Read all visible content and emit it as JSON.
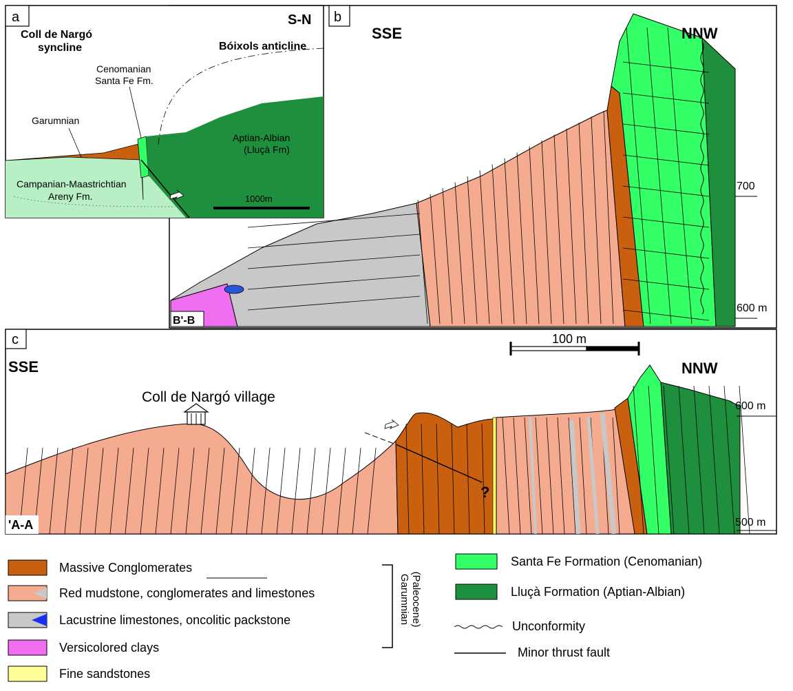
{
  "panel_a": {
    "letter": "a",
    "orientation": "S-N",
    "left_title_1": "Coll de Nargó",
    "left_title_2": "syncline",
    "right_title": "Bóixols anticline",
    "cenomanian_1": "Cenomanian",
    "cenomanian_2": "Santa Fe Fm.",
    "garumnian": "Garumnian",
    "aptian_1": "Aptian-Albian",
    "aptian_2": "(Lluçà Fm)",
    "campanian_1": "Campanian-Maastrichtian",
    "campanian_2": "Areny Fm.",
    "scale": "1000m"
  },
  "panel_b": {
    "letter": "b",
    "left_dir": "SSE",
    "right_dir": "NNW",
    "elev_700": "700",
    "elev_600": "600 m",
    "section": "B'-B"
  },
  "scale_bar": {
    "label": "100 m"
  },
  "panel_c": {
    "letter": "c",
    "left_dir": "SSE",
    "right_dir": "NNW",
    "village": "Coll de Nargó village",
    "elev_600": "600 m",
    "elev_500": "500 m",
    "section": "'A-A",
    "question": "?"
  },
  "legend": {
    "items": [
      {
        "label": "Massive Conglomerates",
        "color": "#c8600f"
      },
      {
        "label": "Red mudstone, conglomerates and limestones",
        "color": "#f5ab90"
      },
      {
        "label": "Lacustrine limestones, oncolitic packstone",
        "color": "#c8c8c8"
      },
      {
        "label": "Versicolored clays",
        "color": "#f06ef0"
      },
      {
        "label": "Fine sandstones",
        "color": "#ffff99"
      }
    ],
    "group_1": "Garumnian",
    "group_2": "(Paleocene)",
    "right_items": [
      {
        "label": "Santa Fe Formation (Cenomanian)",
        "color": "#33ff66"
      },
      {
        "label": "Lluçà Formation (Aptian-Albian)",
        "color": "#1e8f3c"
      }
    ],
    "unconformity": "Unconformity",
    "thrust": "Minor thrust fault"
  }
}
